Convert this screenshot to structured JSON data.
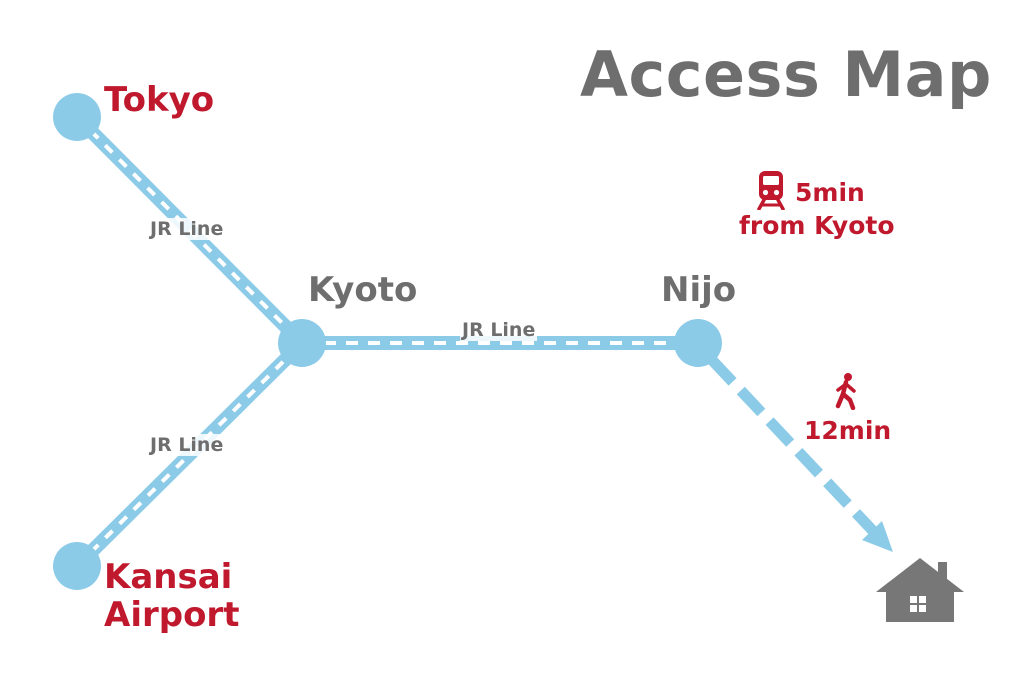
{
  "title": "Access Map",
  "stations": {
    "tokyo": "Tokyo",
    "kyoto": "Kyoto",
    "nijo": "Nijo",
    "kansai_line1": "Kansai",
    "kansai_line2": "Airport"
  },
  "lines": {
    "tokyo_kyoto": "JR Line",
    "kyoto_nijo": "JR Line",
    "kansai_kyoto": "JR Line"
  },
  "train_info": {
    "icon": "train-icon",
    "line1": "5min",
    "line2": "from Kyoto"
  },
  "walk_info": {
    "icon": "walking-person-icon",
    "time": "12min"
  },
  "destination_icon": "house-icon",
  "colors": {
    "track": "#8ccbe8",
    "node": "#8ccbe8",
    "accent_red": "#c0192d",
    "gray_text": "#6e6e6e"
  }
}
